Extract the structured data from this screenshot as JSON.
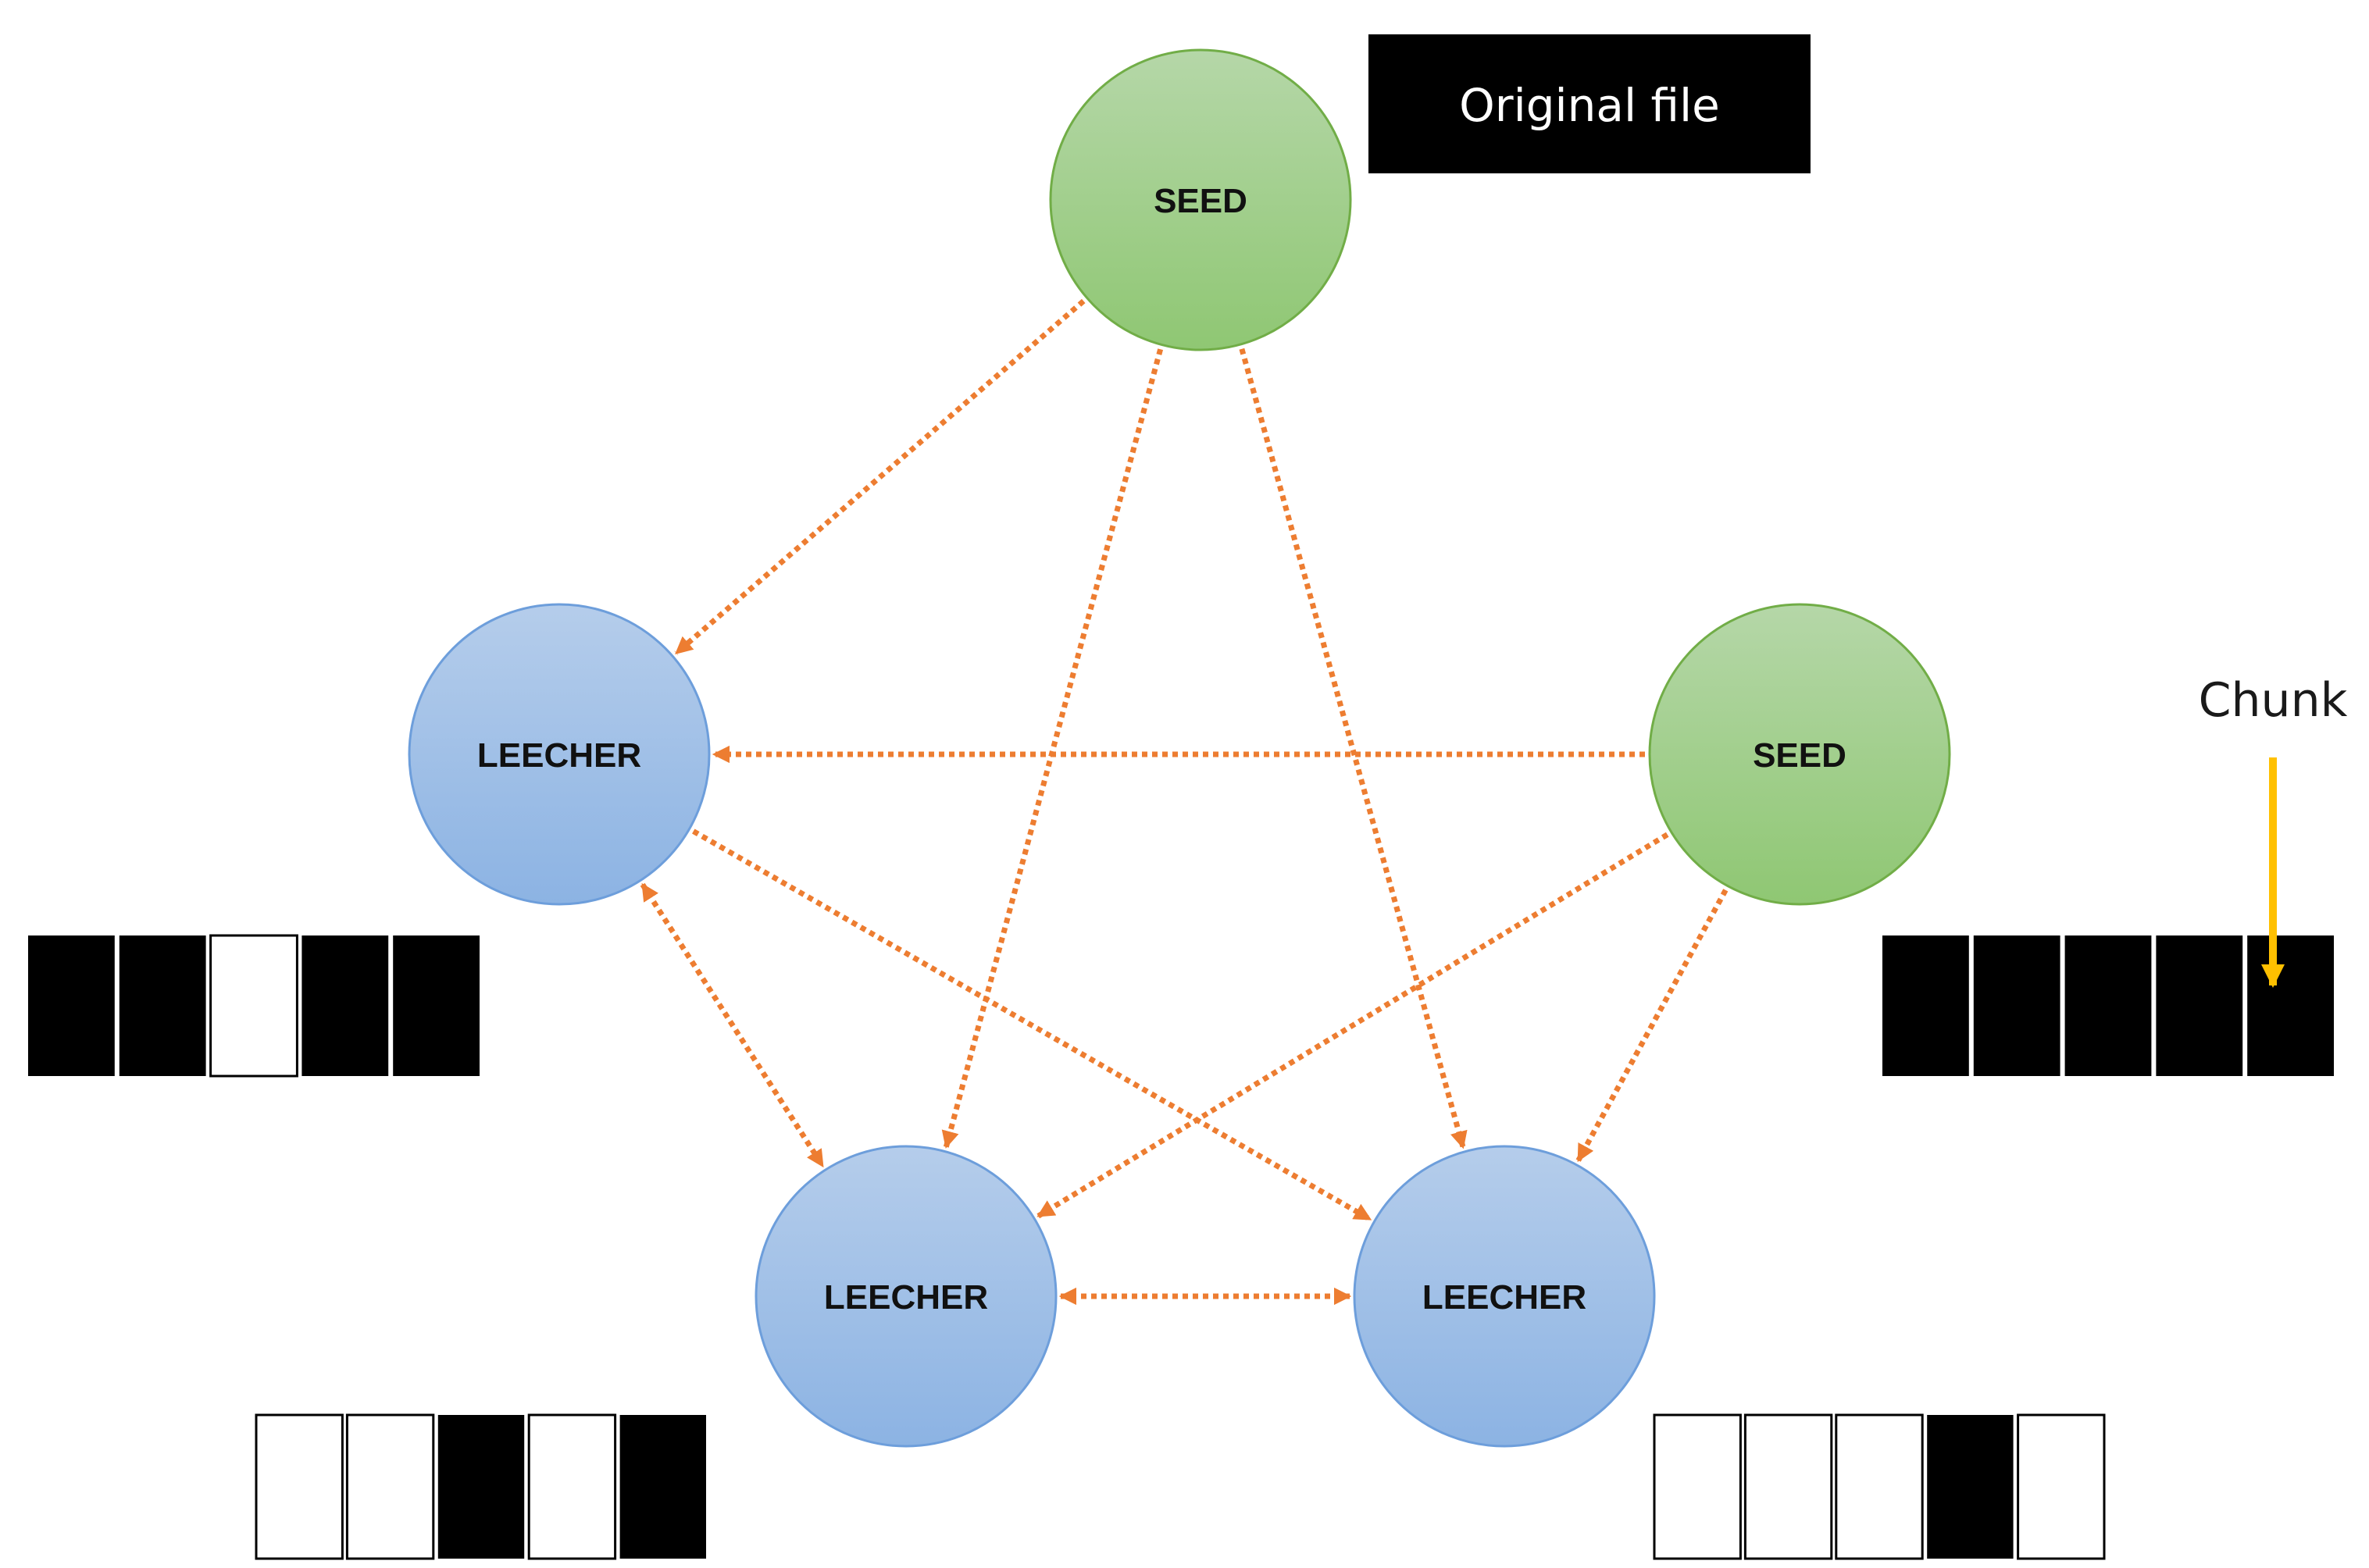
{
  "original_file_label": "Original file",
  "chunk_label": "Chunk",
  "colors": {
    "connection": "#ED7D31",
    "seed_top": "#B5D7A8",
    "seed_bottom": "#8FC773",
    "seed_stroke": "#71AD47",
    "leecher_top": "#B5CDEB",
    "leecher_bottom": "#8CB3E3",
    "leecher_stroke": "#6D9EDB",
    "chunk_pointer": "#FFC000",
    "chunk_filled": "#000000",
    "chunk_empty": "#FFFFFF"
  },
  "nodes": [
    {
      "id": "seed-top",
      "role": "seed",
      "label": "SEED"
    },
    {
      "id": "leecher-left",
      "role": "leecher",
      "label": "LEECHER"
    },
    {
      "id": "seed-right",
      "role": "seed",
      "label": "SEED"
    },
    {
      "id": "leecher-bottom-left",
      "role": "leecher",
      "label": "LEECHER"
    },
    {
      "id": "leecher-bottom-right",
      "role": "leecher",
      "label": "LEECHER"
    }
  ],
  "connections": [
    {
      "from": "seed-top",
      "to": "leecher-left",
      "bidirectional": false
    },
    {
      "from": "seed-top",
      "to": "leecher-bottom-left",
      "bidirectional": false
    },
    {
      "from": "seed-top",
      "to": "leecher-bottom-right",
      "bidirectional": false
    },
    {
      "from": "seed-right",
      "to": "leecher-left",
      "bidirectional": false
    },
    {
      "from": "seed-right",
      "to": "leecher-bottom-left",
      "bidirectional": false
    },
    {
      "from": "seed-right",
      "to": "leecher-bottom-right",
      "bidirectional": false
    },
    {
      "from": "leecher-left",
      "to": "leecher-bottom-left",
      "bidirectional": true
    },
    {
      "from": "leecher-left",
      "to": "leecher-bottom-right",
      "bidirectional": false
    },
    {
      "from": "leecher-bottom-left",
      "to": "leecher-bottom-right",
      "bidirectional": true
    }
  ],
  "chunk_maps": [
    {
      "owner": "leecher-left",
      "chunks": [
        1,
        1,
        0,
        1,
        1
      ]
    },
    {
      "owner": "seed-right",
      "chunks": [
        1,
        1,
        1,
        1,
        1
      ]
    },
    {
      "owner": "leecher-bottom-left",
      "chunks": [
        0,
        0,
        1,
        0,
        1
      ]
    },
    {
      "owner": "leecher-bottom-right",
      "chunks": [
        0,
        0,
        0,
        1,
        0
      ]
    }
  ]
}
